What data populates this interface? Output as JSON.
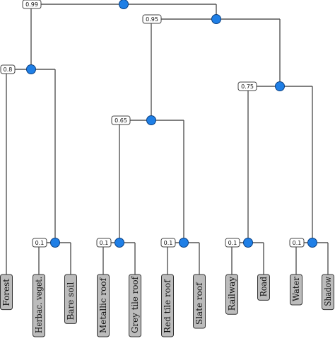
{
  "leaves": [
    {
      "label": "Forest"
    },
    {
      "label": "Herbac. veget."
    },
    {
      "label": "Bare soil"
    },
    {
      "label": "Metallic roof"
    },
    {
      "label": "Grey tile roof"
    },
    {
      "label": "Red tile roof"
    },
    {
      "label": "Slate roof"
    },
    {
      "label": "Railway"
    },
    {
      "label": "Road"
    },
    {
      "label": "Water"
    },
    {
      "label": "Shadow"
    }
  ],
  "merges": [
    {
      "id": "m1",
      "value": "0.1"
    },
    {
      "id": "m2",
      "value": "0.1"
    },
    {
      "id": "m3",
      "value": "0.1"
    },
    {
      "id": "m4",
      "value": "0.1"
    },
    {
      "id": "m5",
      "value": "0.1"
    },
    {
      "id": "m6",
      "value": "0.8"
    },
    {
      "id": "m7",
      "value": "0.65"
    },
    {
      "id": "m8",
      "value": "0.75"
    },
    {
      "id": "m9",
      "value": "0.95"
    },
    {
      "id": "m10",
      "value": "0.99"
    }
  ],
  "colors": {
    "node": "#1f7fe6",
    "leaf_box": "#bcbcbc",
    "edge": "#555555"
  }
}
